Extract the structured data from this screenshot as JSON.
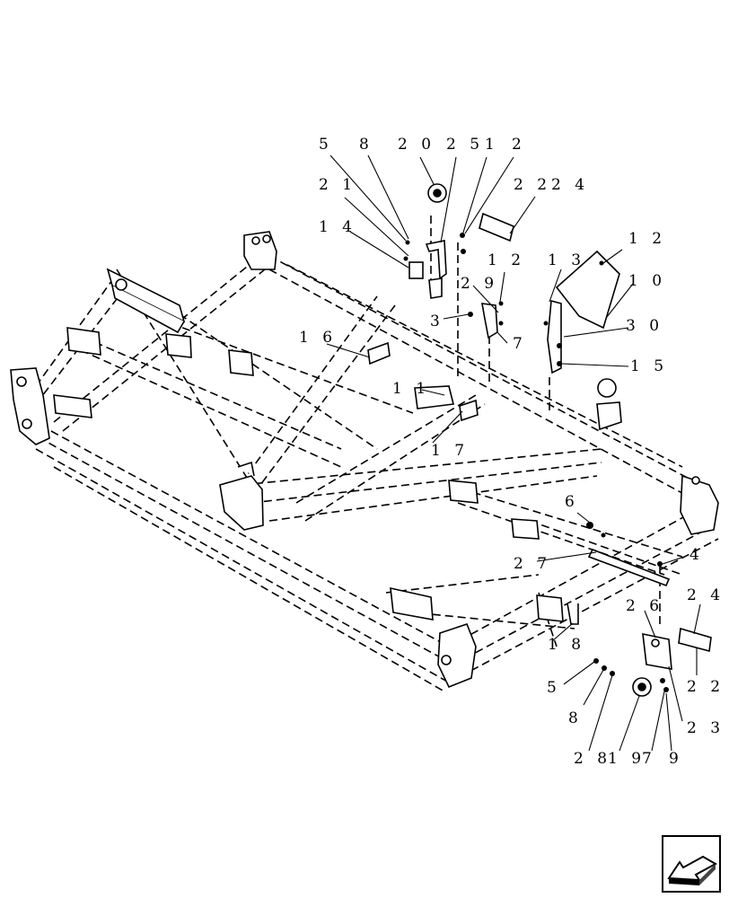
{
  "callouts": {
    "c5a": "5",
    "c8a": "8",
    "c20": "2 0",
    "c25": "2 5",
    "c1a": "1",
    "c2a": "2",
    "c21": "2 1",
    "c22a": "2 2",
    "c24a": "2 4",
    "c14": "1 4",
    "c12a": "1 2",
    "c12b": "1 2",
    "c13": "1 3",
    "c29": "2 9",
    "c10": "1 0",
    "c3": "3",
    "c7a": "7",
    "c30": "3 0",
    "c16": "1 6",
    "c15": "1 5",
    "c11": "1 1",
    "c17": "1 7",
    "c6": "6",
    "c4": "4",
    "c27": "2 7",
    "c24b": "2 4",
    "c26": "2 6",
    "c18": "1 8",
    "c22b": "2 2",
    "c5b": "5",
    "c8b": "8",
    "c23": "2 3",
    "c28": "2 8",
    "c19": "1 9",
    "c7b": "7",
    "c9": "9"
  },
  "nav": {
    "icon": "arrow-icon"
  }
}
